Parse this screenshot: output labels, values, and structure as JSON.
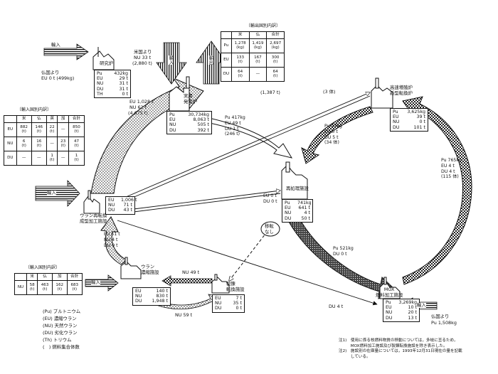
{
  "import_pu_fr": {
    "arrow": "輸入",
    "source": "仏国より",
    "value": "EU 0 t (499kg)"
  },
  "research": {
    "name": "研究炉",
    "rows": [
      [
        "Pu",
        "432kg"
      ],
      [
        "EU",
        "29 t"
      ],
      [
        "NU",
        "31 t"
      ],
      [
        "DU",
        "31 t"
      ],
      [
        "TH",
        "0 t"
      ]
    ]
  },
  "us_import": {
    "source": "米国より",
    "nu": "NU 33 t",
    "extra": "(2,880 t)"
  },
  "import_center": "輸入",
  "export_center": "輸出",
  "power": {
    "name": "実用\n発電炉",
    "in_eu": "EU 1,028 t",
    "in_nu": "NU 62 t",
    "in_extra": "(4,675 t)",
    "rows": [
      [
        "Pu",
        "30,734kg"
      ],
      [
        "EU",
        "8,063 t"
      ],
      [
        "NU",
        "505 t"
      ],
      [
        "DU",
        "392 t"
      ]
    ]
  },
  "export_table": {
    "title": "〔輸出国別内訳〕",
    "cols": [
      "米",
      "仏",
      "合計"
    ],
    "rows": [
      [
        "Pu",
        "1,278\n(kg)",
        "1,419\n(kg)",
        "2,697\n(kg)"
      ],
      [
        "EU",
        "133\n(t)",
        "167\n(t)",
        "300\n(t)"
      ],
      [
        "DU",
        "64\n(t)",
        "—",
        "64\n(t)"
      ]
    ],
    "foot": "(1,387 t)"
  },
  "import_table": {
    "title": "〔輸入国別内訳〕",
    "cols": [
      "米",
      "仏",
      "英",
      "加",
      "合計"
    ],
    "rows": [
      [
        "EU",
        "882\n(t)",
        "146\n(t)",
        "22\n(t)",
        "—",
        "850\n(t)"
      ],
      [
        "NU",
        "6\n(t)",
        "16\n(t)",
        "—",
        "23\n(t)",
        "47\n(t)"
      ],
      [
        "DU",
        "—",
        "—",
        "1\n(t)",
        "—",
        "1\n(t)"
      ]
    ]
  },
  "import_left": "輸入",
  "conversion": {
    "name": "ウラン再転換\n成型加工施設",
    "rows": [
      [
        "EU",
        "1,006 t"
      ],
      [
        "NU",
        "71 t"
      ],
      [
        "DU",
        "43 t"
      ]
    ],
    "out": [
      [
        "EU",
        "51 t"
      ],
      [
        "NU",
        "4 t"
      ],
      [
        "DU",
        "9 t"
      ]
    ]
  },
  "to_power": [
    [
      "Pu",
      "417kg"
    ],
    [
      "EU",
      "49 t"
    ],
    [
      "DU",
      "1 t"
    ]
  ],
  "to_power_extra": "(246 t)",
  "reprocess": {
    "name": "再処理施設",
    "in": [
      [
        "EU",
        "0 t"
      ],
      [
        "DU",
        "0 t"
      ]
    ],
    "rows": [
      [
        "Pu",
        "741kg"
      ],
      [
        "EU",
        "641 t"
      ],
      [
        "NU",
        "4 t"
      ],
      [
        "DU",
        "50 t"
      ]
    ]
  },
  "transfer": "移転\nなし",
  "fbr": {
    "name": "高速増殖炉\n新型転換炉",
    "in_top": "(3 体)",
    "rows": [
      [
        "Pu",
        "3,625kg"
      ],
      [
        "EU",
        "39 t"
      ],
      [
        "NU",
        "0 t"
      ],
      [
        "DU",
        "101 t"
      ]
    ],
    "left": [
      [
        "Pu",
        "27kg"
      ],
      [
        "EU",
        "0 t"
      ],
      [
        "DU",
        "5 t"
      ]
    ],
    "left_extra": "(34 体)",
    "right": [
      [
        "Pu",
        "765kg"
      ],
      [
        "EU",
        "4 t"
      ],
      [
        "DU",
        "4 t"
      ]
    ],
    "right_extra": "(115 体)"
  },
  "pu_521": [
    [
      "Pu",
      "521kg"
    ],
    [
      "DU",
      "0 t"
    ]
  ],
  "mox": {
    "name": "MOX\n燃料加工施設",
    "rows": [
      [
        "Pu",
        "3,269kg"
      ],
      [
        "EU",
        "10 t"
      ],
      [
        "NU",
        "20 t"
      ],
      [
        "DU",
        "13 t"
      ]
    ],
    "du_in": "DU 4 t",
    "import": "輸入",
    "source": "仏国より",
    "pu": "Pu 1,508kg"
  },
  "enrich": {
    "name": "ウラン\n濃縮施設",
    "rows": [
      [
        "EU",
        "140 t"
      ],
      [
        "NU",
        "830 t"
      ],
      [
        "DU",
        "1,948 t"
      ]
    ]
  },
  "enrich_arrows": {
    "nu_top": "NU 49 t",
    "nu_bottom": "NU 59 t"
  },
  "conv_fac": {
    "name": "製錬\n転換施設",
    "rows": [
      [
        "EU",
        "7 t"
      ],
      [
        "NU",
        "35 t"
      ],
      [
        "DU",
        "0 t"
      ]
    ]
  },
  "import_nu_table": {
    "title": "〔輸入国別内訳〕",
    "cols": [
      "米",
      "仏",
      "加",
      "合計"
    ],
    "rows": [
      [
        "NU",
        "58\n(t)",
        "463\n(t)",
        "162\n(t)",
        "683\n(t)"
      ]
    ]
  },
  "import_bottom": "輸入",
  "legend": [
    "(Pu) プルトニウム",
    "(EU) 濃縮ウラン",
    "(NU) 天然ウラン",
    "(DU) 劣化ウラン",
    "(Th) トリウム",
    "(　) 燃料集合体数"
  ],
  "notes": [
    "注1)　使用に係る核燃料物質の移動については，多岐に亘るため，",
    "　　　MOX燃料加工施設及び製錬転換施設を除き表示した。",
    "注2)　施設別の在庫量については，1993年12月31日現在の量を記載",
    "　　　している。"
  ],
  "colors": {
    "ink": "#111111",
    "paper": "#ffffff"
  }
}
